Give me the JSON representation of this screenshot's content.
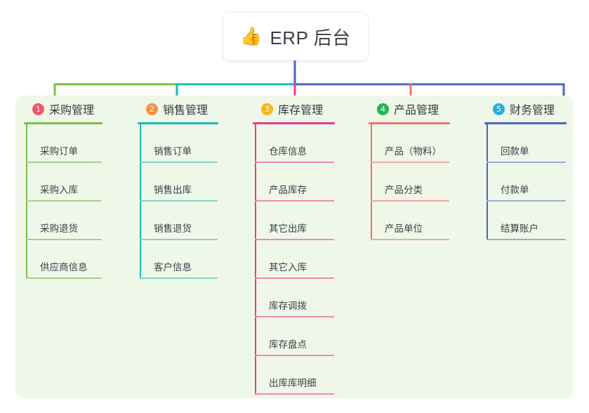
{
  "diagram": {
    "type": "mind-map",
    "root": {
      "icon": "thumbs-up-icon",
      "emoji": "👍",
      "title": "ERP 后台"
    },
    "branches": [
      {
        "number": "1",
        "title": "采购管理",
        "badge_color": "#f4566c",
        "rule_color": "#7ac143",
        "leaf_color": "#a8cf8a",
        "connector_color": "#7ac143",
        "items": [
          "采购订单",
          "采购入库",
          "采购退货",
          "供应商信息"
        ]
      },
      {
        "number": "2",
        "title": "销售管理",
        "badge_color": "#f7923a",
        "rule_color": "#15bfb0",
        "leaf_color": "#7fd4ca",
        "connector_color": "#15bfb0",
        "items": [
          "销售订单",
          "销售出库",
          "销售退货",
          "客户信息"
        ]
      },
      {
        "number": "3",
        "title": "库存管理",
        "badge_color": "#f9b617",
        "rule_color": "#ea3d8e",
        "leaf_color": "#ef89b9",
        "connector_color": "#ea3d8e",
        "items": [
          "仓库信息",
          "产品库存",
          "其它出库",
          "其它入库",
          "库存调拨",
          "库存盘点",
          "出库库明细"
        ]
      },
      {
        "number": "4",
        "title": "产品管理",
        "badge_color": "#1fb750",
        "rule_color": "#f4716e",
        "leaf_color": "#f6a5a2",
        "connector_color": "#f4716e",
        "items": [
          "产品（物料）",
          "产品分类",
          "产品单位"
        ]
      },
      {
        "number": "5",
        "title": "财务管理",
        "badge_color": "#2aade3",
        "rule_color": "#4f63c4",
        "leaf_color": "#9aa9dd",
        "connector_color": "#4f63c4",
        "items": [
          "回款单",
          "付款单",
          "结算账户"
        ]
      }
    ],
    "palette": {
      "panel_background": "#eff7e9",
      "page_background": "#ffffff",
      "card_background": "#ffffff",
      "text_color": "#33383e",
      "trunk_color": "#4f63c4"
    }
  }
}
